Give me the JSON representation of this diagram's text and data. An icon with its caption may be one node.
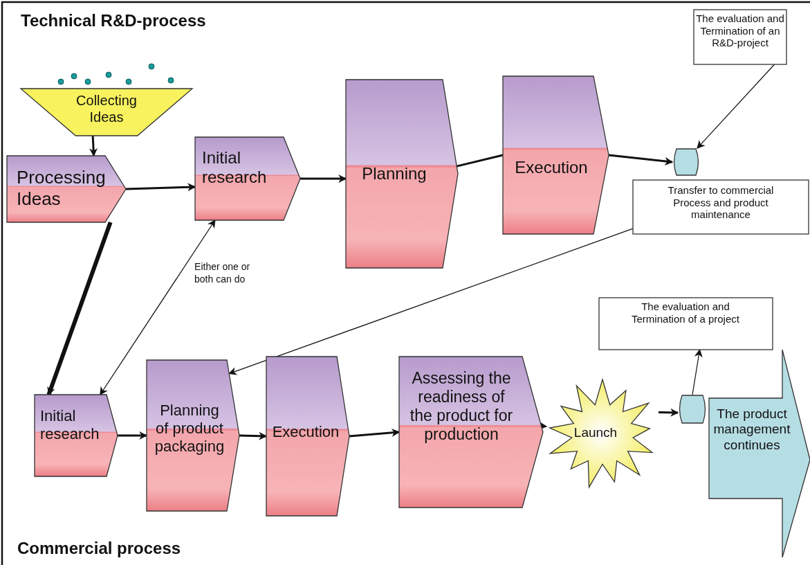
{
  "diagram": {
    "title": "Technical R&D-process",
    "nodes": [
      {
        "text": [
          "Collecting Ideas"
        ]
      },
      {
        "text": [
          "Processing Ideas"
        ]
      },
      {
        "text": [
          "Initial research"
        ]
      },
      {
        "text": [
          "Planning"
        ]
      },
      {
        "text": [
          "Execution"
        ]
      },
      {
        "text": [],
        "shape": "cylinder"
      },
      {
        "text": [
          "The evaluation and Termination of an R&D-project"
        ]
      },
      {
        "text": [
          "Transfer to commercial Process and product maintenance"
        ]
      },
      {
        "text": [
          "Initial research"
        ]
      },
      {
        "text": [
          "Planning of product packaging"
        ]
      },
      {
        "text": [
          "Execution"
        ]
      },
      {
        "text": [
          "Assessing the readiness of the product for production"
        ]
      },
      {
        "text": [
          "Launch"
        ]
      },
      {
        "text": [],
        "shape": "cylinder"
      },
      {
        "text": [
          "The evaluation and Termination of a project"
        ]
      },
      {
        "text": [
          "The product management continues"
        ]
      }
    ],
    "edges": [
      {
        "from": 0,
        "to": 1,
        "arrow": "to"
      },
      {
        "from": 1,
        "to": 2,
        "arrow": "to"
      },
      {
        "from": 2,
        "to": 3,
        "arrow": "to"
      },
      {
        "from": 3,
        "to": 4,
        "arrow": "none"
      },
      {
        "from": 4,
        "to": 5,
        "arrow": "to"
      },
      {
        "from": 6,
        "to": 5,
        "arrow": "to"
      },
      {
        "from": 7,
        "to": 9,
        "arrow": "to"
      },
      {
        "from": 1,
        "to": 8,
        "arrow": "to",
        "style": "thick"
      },
      {
        "from": 2,
        "to": 8,
        "arrow": "both",
        "label": "Either one or both can do"
      },
      {
        "from": 8,
        "to": 9,
        "arrow": "to"
      },
      {
        "from": 9,
        "to": 10,
        "arrow": "to"
      },
      {
        "from": 10,
        "to": 11,
        "arrow": "to"
      },
      {
        "from": 11,
        "to": 12,
        "arrow": "to"
      },
      {
        "from": 12,
        "to": 13,
        "arrow": "to"
      },
      {
        "from": 13,
        "to": 14,
        "arrow": "to"
      }
    ],
    "labels": [
      "Commercial process"
    ]
  }
}
